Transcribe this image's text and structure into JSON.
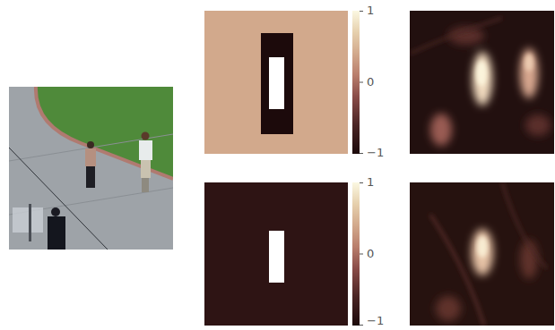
{
  "diagram": {
    "labels": [
      "1",
      "0",
      "−1",
      "1",
      "0",
      "−1"
    ]
  }
}
